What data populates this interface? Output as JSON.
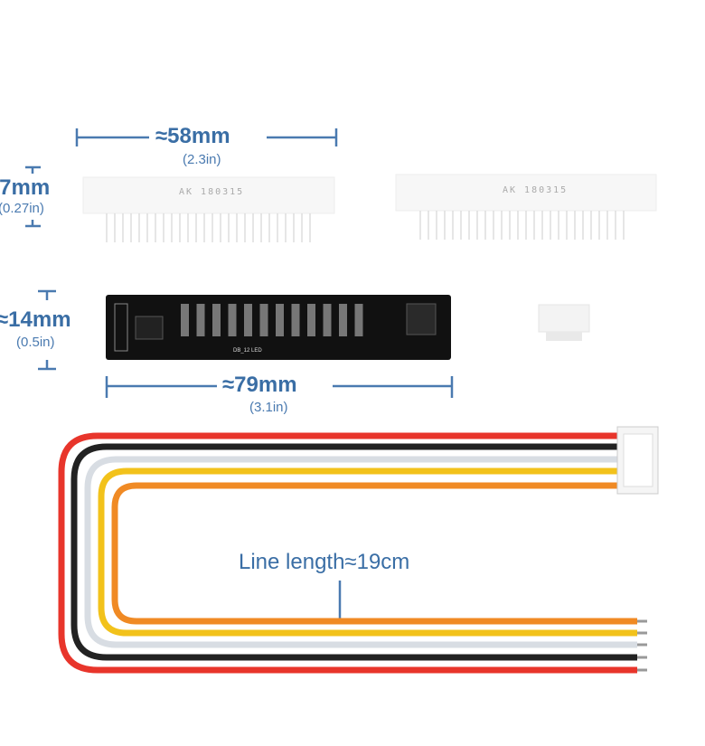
{
  "dimensions": {
    "header_width": {
      "metric": "≈58mm",
      "imperial": "(2.3in)"
    },
    "header_height": {
      "metric": "≈7mm",
      "imperial": "(0.27in)"
    },
    "board_height": {
      "metric": "≈14mm",
      "imperial": "(0.5in)"
    },
    "board_width": {
      "metric": "≈79mm",
      "imperial": "(3.1in)"
    },
    "cable_length": "Line length≈19cm"
  },
  "parts": {
    "header_marking_1": "AK 180315",
    "header_marking_2": "AK 180315",
    "pcb_label": "DB_12 LED"
  },
  "colors": {
    "dimension": "#3a6ea5",
    "wires": [
      "#e8352b",
      "#222222",
      "#d8dde3",
      "#f2c21b",
      "#f08a24"
    ]
  }
}
